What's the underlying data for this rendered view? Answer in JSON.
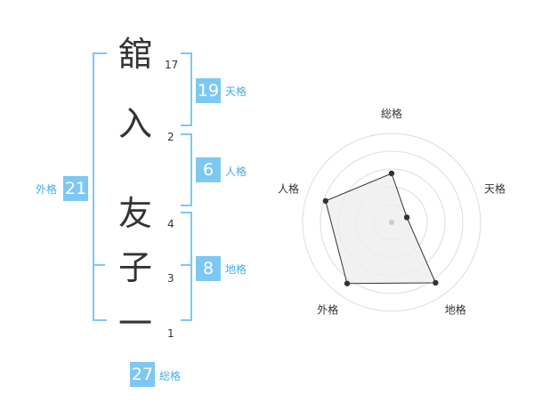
{
  "name_chars": [
    {
      "char": "舘",
      "strokes": "17"
    },
    {
      "char": "入",
      "strokes": "2"
    },
    {
      "char": "友",
      "strokes": "4"
    },
    {
      "char": "子",
      "strokes": "3"
    },
    {
      "char": "一",
      "strokes": "1"
    }
  ],
  "fortune": {
    "tenkaku": {
      "value": "19",
      "label": "天格"
    },
    "jinkaku": {
      "value": "6",
      "label": "人格"
    },
    "chikaku": {
      "value": "8",
      "label": "地格"
    },
    "gaikaku": {
      "value": "21",
      "label": "外格"
    },
    "soukaku": {
      "value": "27",
      "label": "総格"
    }
  },
  "radar": {
    "labels": [
      "総格",
      "天格",
      "地格",
      "外格",
      "人格"
    ],
    "levels": [
      0.55,
      0.18,
      0.84,
      0.85,
      0.78
    ],
    "colors": {
      "grid": "#dddddd",
      "fill": "#eeeeee",
      "line": "#333333",
      "dot": "#333333",
      "center": "#cccccc"
    }
  },
  "colors": {
    "accent": "#7dc8f2",
    "accent_text": "#45aee8",
    "text": "#333333"
  }
}
